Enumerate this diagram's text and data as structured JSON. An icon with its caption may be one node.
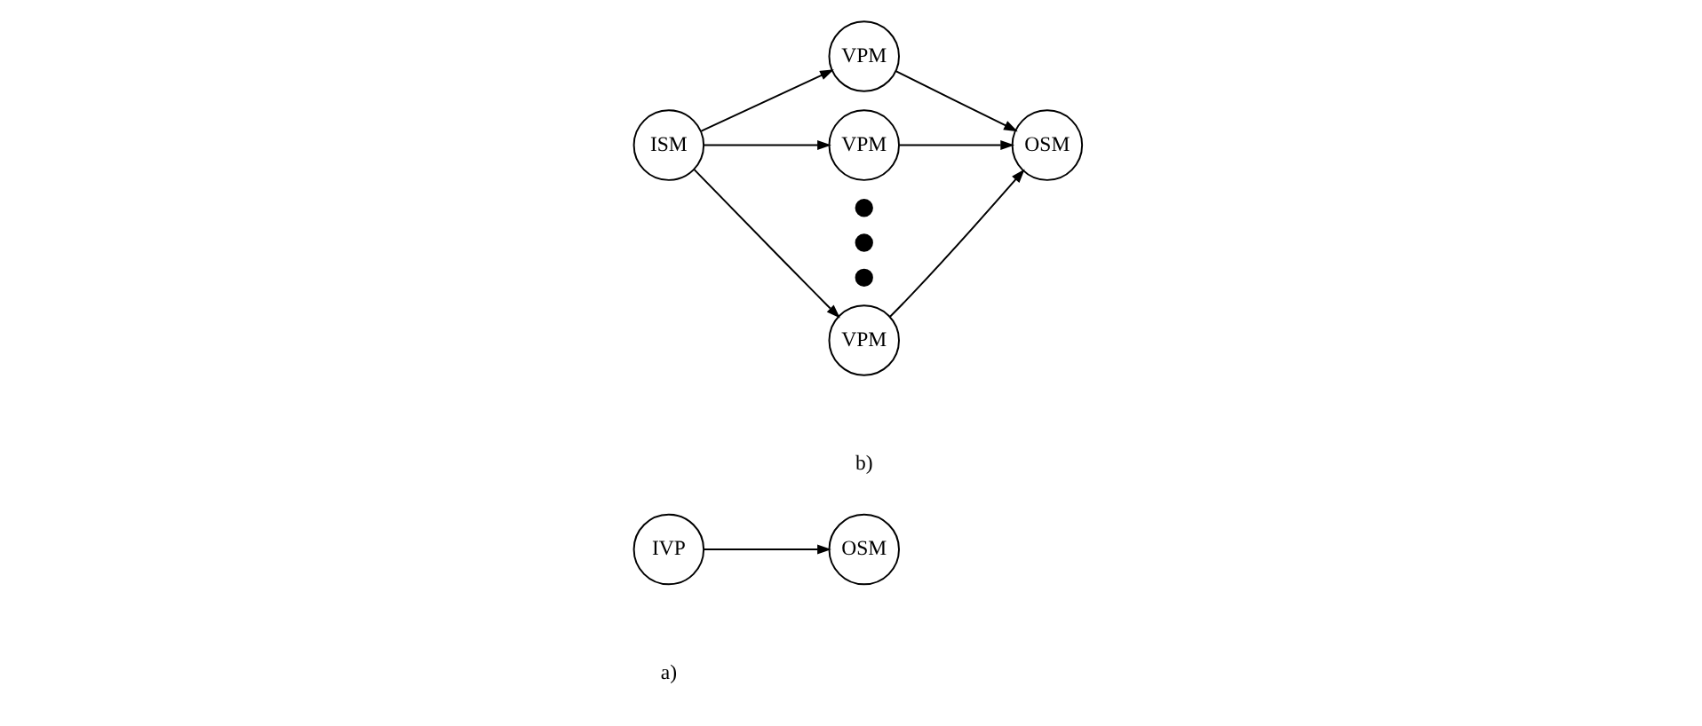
{
  "diagram": {
    "nodes": [
      {
        "text": [
          "IVP"
        ]
      },
      {
        "text": [
          "OSM"
        ]
      },
      {
        "text": [
          "ISM"
        ]
      },
      {
        "text": [
          "VPM"
        ]
      },
      {
        "text": [
          "VPM"
        ]
      },
      {
        "text": [],
        "shape": "dot"
      },
      {
        "text": [],
        "shape": "dot"
      },
      {
        "text": [],
        "shape": "dot"
      },
      {
        "text": [
          "VPM"
        ]
      },
      {
        "text": [
          "OSM"
        ]
      }
    ],
    "edges": [
      {
        "from": 0,
        "to": 1,
        "arrow": "to"
      },
      {
        "from": 2,
        "to": 3,
        "arrow": "to"
      },
      {
        "from": 2,
        "to": 4,
        "arrow": "to"
      },
      {
        "from": 2,
        "to": 8,
        "arrow": "to"
      },
      {
        "from": 3,
        "to": 9,
        "arrow": "to"
      },
      {
        "from": 4,
        "to": 9,
        "arrow": "to"
      },
      {
        "from": 8,
        "to": 9,
        "arrow": "to"
      }
    ],
    "labels": [
      "a)",
      "b)"
    ]
  }
}
